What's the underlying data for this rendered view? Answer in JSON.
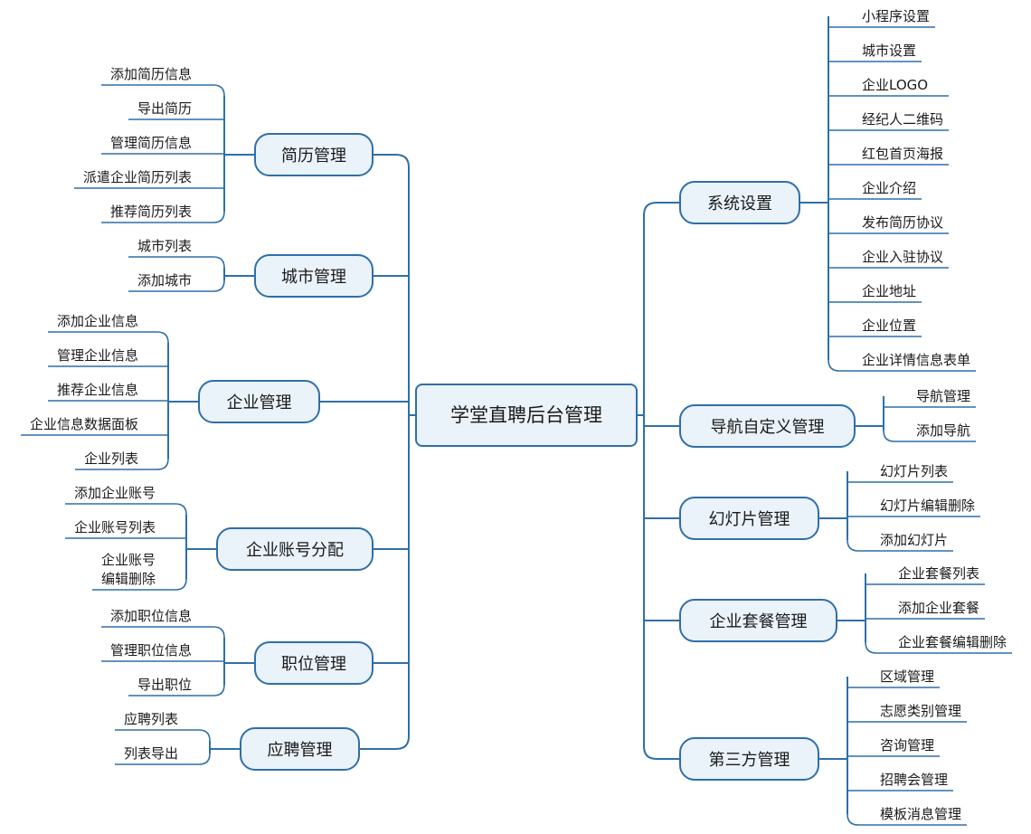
{
  "mindmap": {
    "root": "学堂直聘后台管理",
    "branches": [
      {
        "label": "简历管理",
        "children": [
          "添加简历信息",
          "导出简历",
          "管理简历信息",
          "派遣企业简历列表",
          "推荐简历列表"
        ]
      },
      {
        "label": "城市管理",
        "children": [
          "城市列表",
          "添加城市"
        ]
      },
      {
        "label": "企业管理",
        "children": [
          "添加企业信息",
          "管理企业信息",
          "推荐企业信息",
          "企业信息数据面板",
          "企业列表"
        ]
      },
      {
        "label": "企业账号分配",
        "children": [
          "添加企业账号",
          "企业账号列表",
          "企业账号\n编辑删除"
        ]
      },
      {
        "label": "职位管理",
        "children": [
          "添加职位信息",
          "管理职位信息",
          "导出职位"
        ]
      },
      {
        "label": "应聘管理",
        "children": [
          "应聘列表",
          "列表导出"
        ]
      },
      {
        "label": "系统设置",
        "children": [
          "小程序设置",
          "城市设置",
          "企业LOGO",
          "经纪人二维码",
          "红包首页海报",
          "企业介绍",
          "发布简历协议",
          "企业入驻协议",
          "企业地址",
          "企业位置",
          "企业详情信息表单"
        ]
      },
      {
        "label": "导航自定义管理",
        "children": [
          "导航管理",
          "添加导航"
        ]
      },
      {
        "label": "幻灯片管理",
        "children": [
          "幻灯片列表",
          "幻灯片编辑删除",
          "添加幻灯片"
        ]
      },
      {
        "label": "企业套餐管理",
        "children": [
          "企业套餐列表",
          "添加企业套餐",
          "企业套餐编辑删除"
        ]
      },
      {
        "label": "第三方管理",
        "children": [
          "区域管理",
          "志愿类别管理",
          "咨询管理",
          "招聘会管理",
          "模板消息管理"
        ]
      }
    ]
  },
  "colors": {
    "line": "#2f6fa8",
    "node_fill": "#eaf2fa",
    "text": "#1a1a1a"
  }
}
